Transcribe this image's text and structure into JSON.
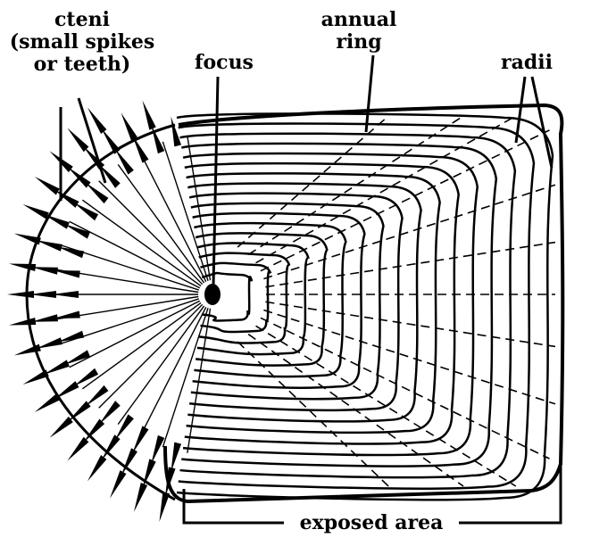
{
  "labels": {
    "cteni_line1": "cteni",
    "cteni_line2": "(small spikes",
    "cteni_line3": "or teeth)",
    "focus": "focus",
    "annual_line1": "annual",
    "annual_line2": "ring",
    "radii": "radii",
    "exposed_area": "exposed area"
  },
  "colors": {
    "ink": "#000000",
    "background": "#ffffff"
  }
}
